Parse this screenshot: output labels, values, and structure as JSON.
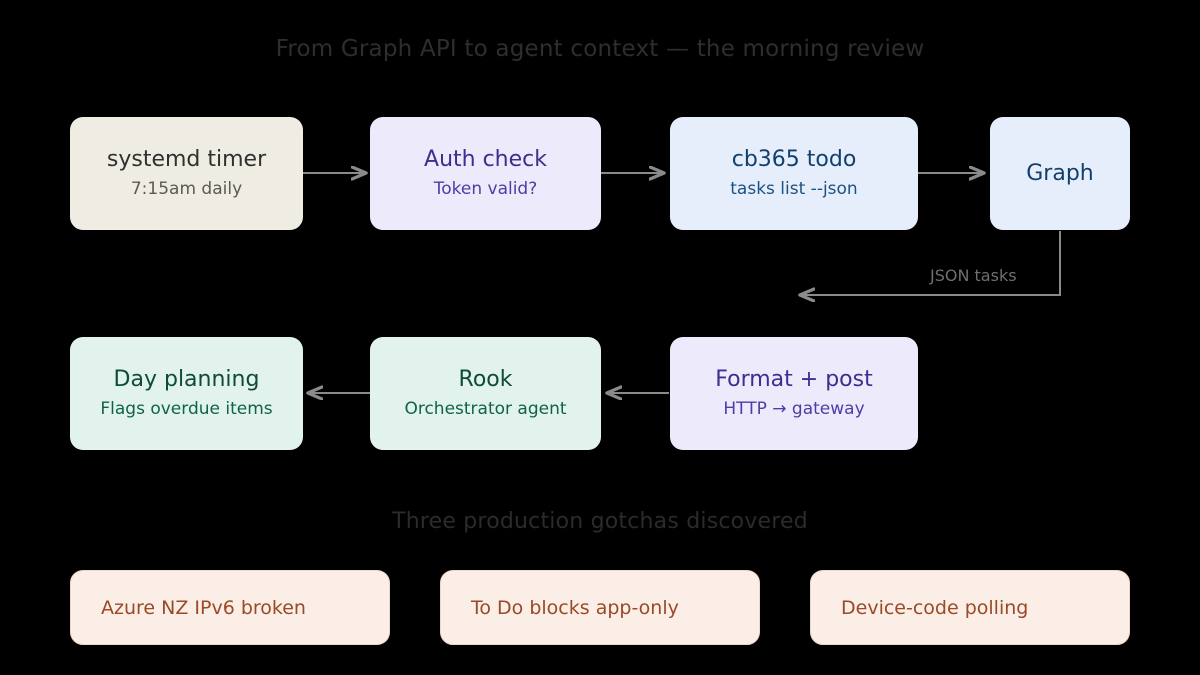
{
  "headings": {
    "title": "From Graph API to agent context — the morning review",
    "gotchas_heading": "Three production gotchas discovered"
  },
  "flow": {
    "row1": [
      {
        "title": "systemd timer",
        "sub": "7:15am daily"
      },
      {
        "title": "Auth check",
        "sub": "Token valid?"
      },
      {
        "title": "cb365 todo",
        "sub": "tasks list --json"
      },
      {
        "title": "Graph",
        "sub": ""
      }
    ],
    "row2": [
      {
        "title": "Day planning",
        "sub": "Flags overdue items"
      },
      {
        "title": "Rook",
        "sub": "Orchestrator agent"
      },
      {
        "title": "Format + post",
        "sub": "HTTP → gateway"
      }
    ],
    "edge_labels": {
      "graph_return": "JSON tasks"
    }
  },
  "gotchas": [
    {
      "label": "Azure NZ IPv6 broken"
    },
    {
      "label": "To Do blocks app-only"
    },
    {
      "label": "Device-code polling"
    }
  ],
  "colors": {
    "background": "#000000",
    "beige": "#efece4",
    "lavender": "#eceafb",
    "blue": "#e7eefb",
    "mint": "#e1f3ec",
    "peach": "#fbeee6",
    "connector": "#8a8a8a",
    "heading_text": "#2e2e2e",
    "gotcha_text": "#9a4a26"
  }
}
